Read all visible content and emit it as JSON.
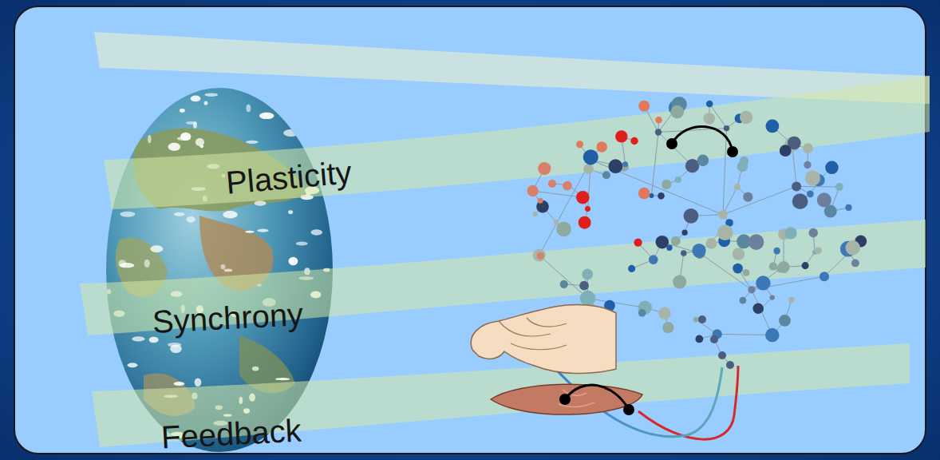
{
  "diagram": {
    "nodes": [
      {
        "text": [
          "Plasticity"
        ]
      },
      {
        "text": [
          "Synchrony"
        ]
      },
      {
        "text": [
          "Feedback"
        ]
      }
    ]
  }
}
